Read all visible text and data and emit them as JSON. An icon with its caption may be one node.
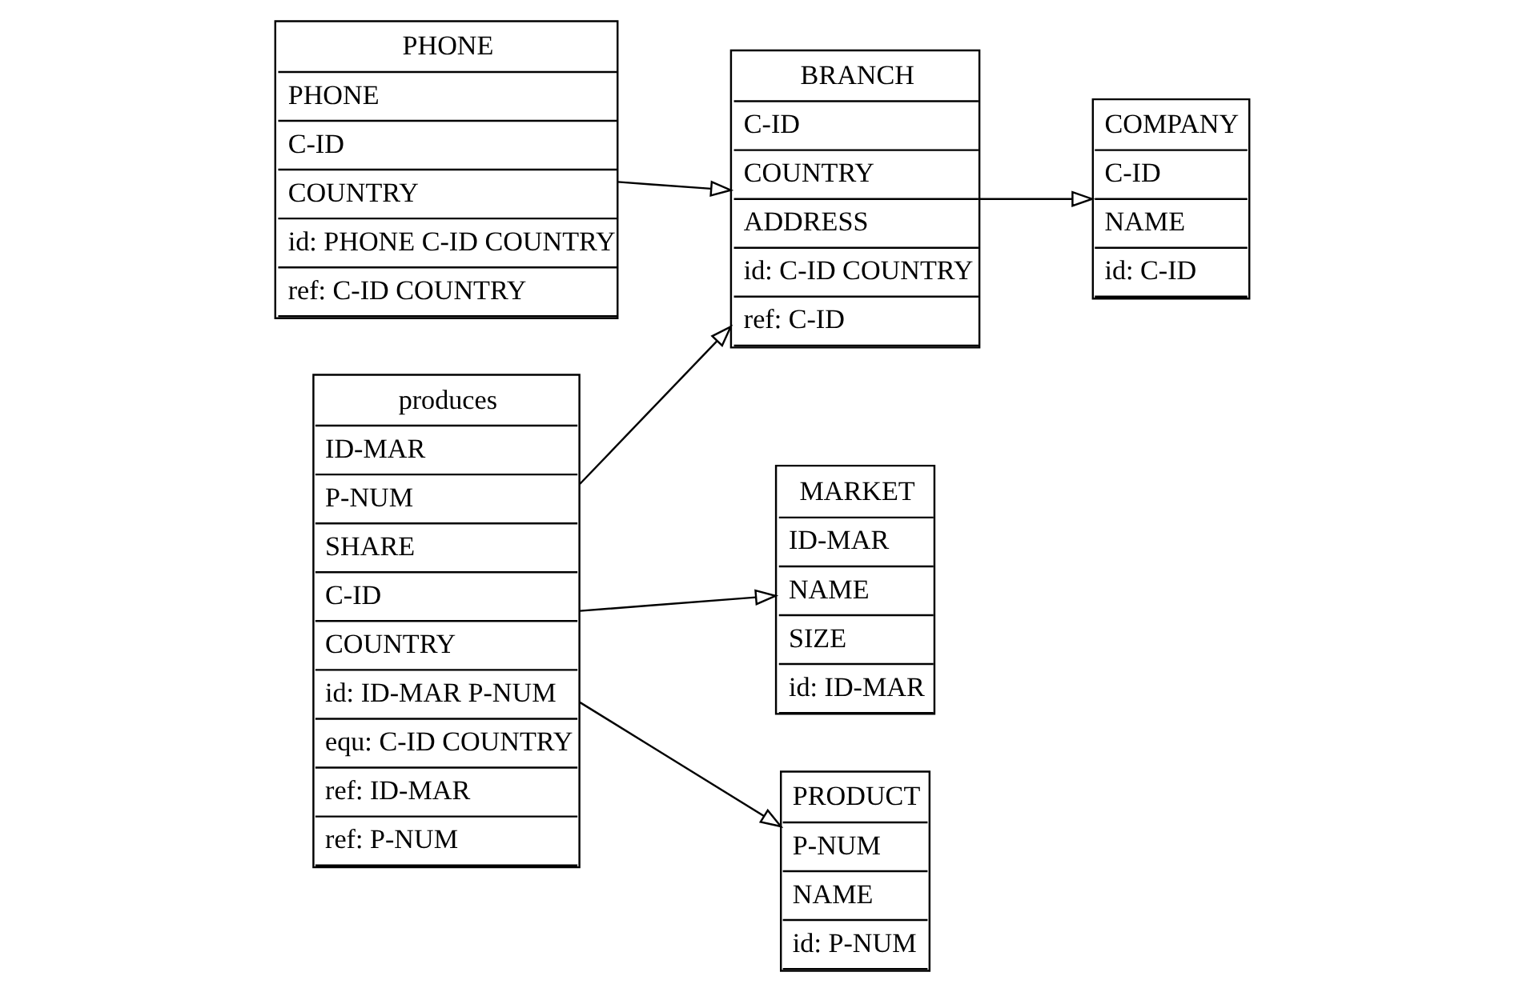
{
  "diagram": {
    "nodes": [
      {
        "text": [
          "COMPANY",
          "C-ID",
          "NAME",
          "id: C-ID"
        ]
      },
      {
        "text": [
          "PHONE",
          "PHONE",
          "C-ID",
          "COUNTRY",
          "id: PHONE C-ID COUNTRY",
          "ref: C-ID COUNTRY"
        ]
      },
      {
        "text": [
          "MARKET",
          "ID-MAR",
          "NAME",
          "SIZE",
          "id: ID-MAR"
        ]
      },
      {
        "text": [
          "BRANCH",
          "C-ID",
          "COUNTRY",
          "ADDRESS",
          "id: C-ID COUNTRY",
          "ref: C-ID"
        ]
      },
      {
        "text": [
          "produces",
          "ID-MAR",
          "P-NUM",
          "SHARE",
          "C-ID",
          "COUNTRY",
          "id: ID-MAR P-NUM",
          "equ: C-ID COUNTRY",
          "ref: ID-MAR",
          "ref: P-NUM"
        ]
      },
      {
        "text": [
          "PRODUCT",
          "P-NUM",
          "NAME",
          "id: P-NUM"
        ]
      }
    ],
    "edges": [
      {
        "from": 3,
        "to": 0,
        "arrow": "to"
      },
      {
        "from": 1,
        "to": 3,
        "arrow": "to"
      },
      {
        "from": 4,
        "to": 3,
        "arrow": "to"
      },
      {
        "from": 4,
        "to": 2,
        "arrow": "to"
      },
      {
        "from": 4,
        "to": 5,
        "arrow": "to"
      }
    ]
  }
}
